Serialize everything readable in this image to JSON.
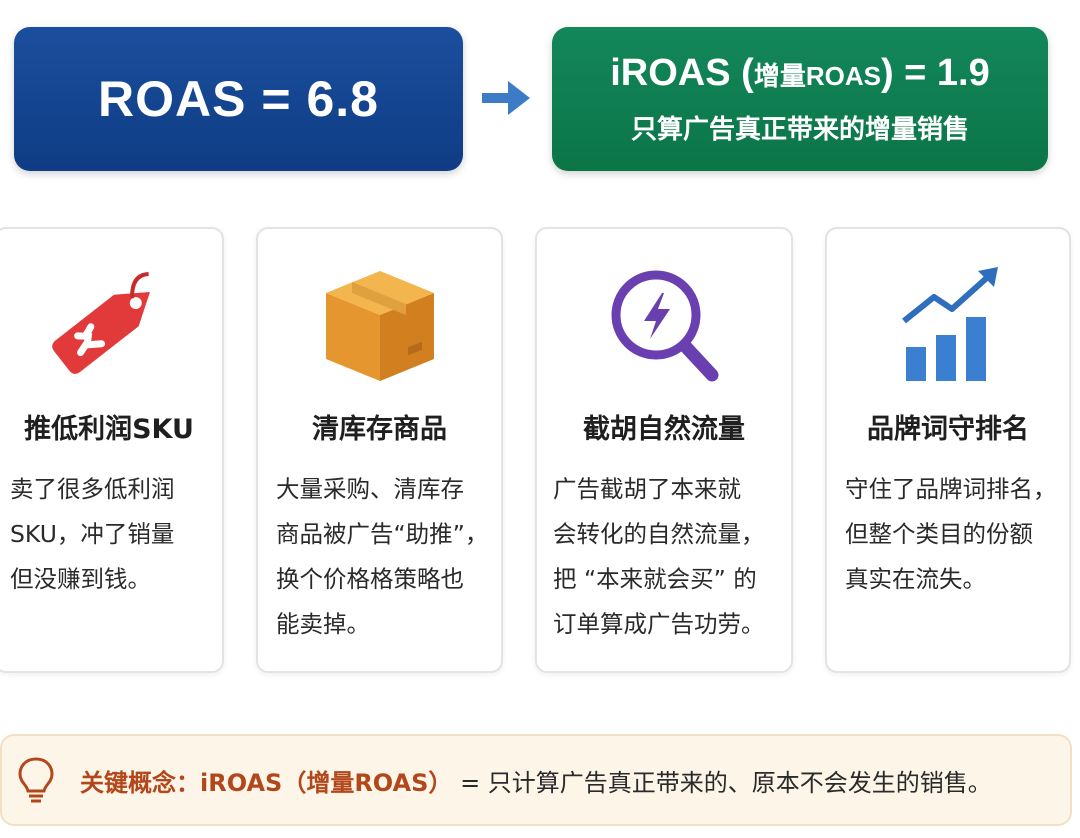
{
  "top": {
    "roas_text": "ROAS = 6.8",
    "iroas_prefix": "iROAS (",
    "iroas_paren": "增量ROAS",
    "iroas_suffix": ") = 1.9",
    "iroas_subtitle": "只算广告真正带来的增量销售",
    "colors": {
      "roas_bg": "#1b4f9e",
      "iroas_bg": "#13875a",
      "arrow": "#3c7cc6"
    }
  },
  "cards": [
    {
      "icon": "price-tag-icon",
      "title": "推低利润SKU",
      "lines": [
        "卖了很多低利润",
        "SKU，冲了销量",
        "但没赚到钱。"
      ]
    },
    {
      "icon": "cardboard-box-icon",
      "title": "清库存商品",
      "lines": [
        "大量采购、清库存",
        "商品被广告“助推”，",
        "换个价格格策略也",
        "能卖掉。"
      ]
    },
    {
      "icon": "magnifier-lightning-icon",
      "title": "截胡自然流量",
      "lines": [
        "广告截胡了本来就",
        "会转化的自然流量，",
        "把 “本来就会买” 的",
        "订单算成广告功劳。"
      ]
    },
    {
      "icon": "bar-chart-trend-icon",
      "title": "品牌词守排名",
      "lines": [
        "守住了品牌词排名，",
        "但整个类目的份额",
        "真实在流失。"
      ]
    }
  ],
  "concept": {
    "label": "关键概念：",
    "term": "iROAS（增量ROAS）",
    "text": "= 只计算广告真正带来的、原本不会发生的销售。"
  }
}
